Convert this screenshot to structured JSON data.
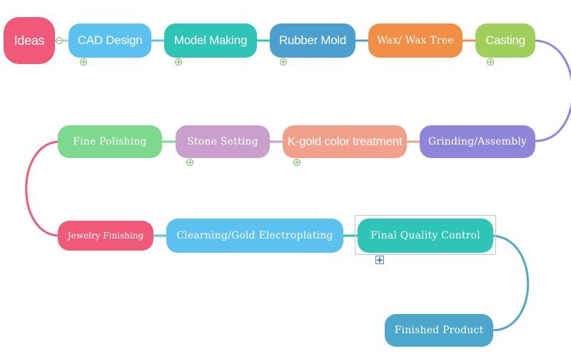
{
  "diagram": {
    "nodes": {
      "ideas": "Ideas",
      "cad_design": "CAD Design",
      "model_making": "Model Making",
      "rubber_mold": "Rubber Mold",
      "wax_tree": "Wax/ Wax Tree",
      "casting": "Casting",
      "grinding_assembly": "Grinding/Assembly",
      "kgold_color": "K-gold color treatment",
      "stone_setting": "Stone Setting",
      "fine_polishing": "Fine Polishing",
      "jewelry_finishing": "Jewelry Finishing",
      "cleaning_plating": "Clearning/Gold Electroplating",
      "final_qc": "Final Quality Control",
      "finished_product": "Finished Product"
    },
    "expand_symbol": "+",
    "collapse_symbol": "−"
  }
}
